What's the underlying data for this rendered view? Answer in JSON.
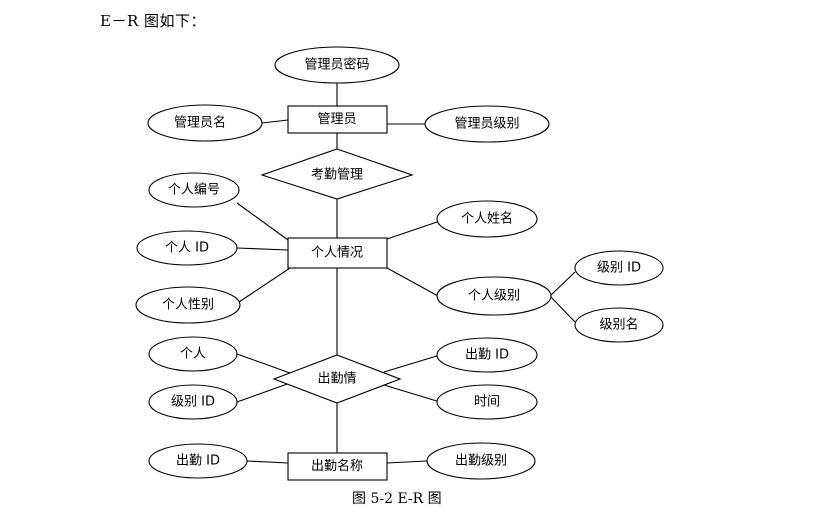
{
  "intro": "E－R 图如下：",
  "caption": "图 5-2  E-R 图",
  "entities": {
    "admin": "管理员",
    "person_info": "个人情况",
    "attendance_name": "出勤名称"
  },
  "relationships": {
    "attendance_mgmt": "考勤管理",
    "attendance_status": "出勤情"
  },
  "attributes": {
    "admin_password": "管理员密码",
    "admin_name": "管理员名",
    "admin_level": "管理员级别",
    "person_number": "个人编号",
    "person_id": "个人 ID",
    "person_gender": "个人性别",
    "person_name": "个人姓名",
    "person_level": "个人级别",
    "level_id": "级别 ID",
    "level_name": "级别名",
    "person": "个人",
    "level_id_2": "级别 ID",
    "attendance_id": "出勤 ID",
    "time": "时间",
    "attendance_id_2": "出勤 ID",
    "attendance_level": "出勤级别"
  }
}
